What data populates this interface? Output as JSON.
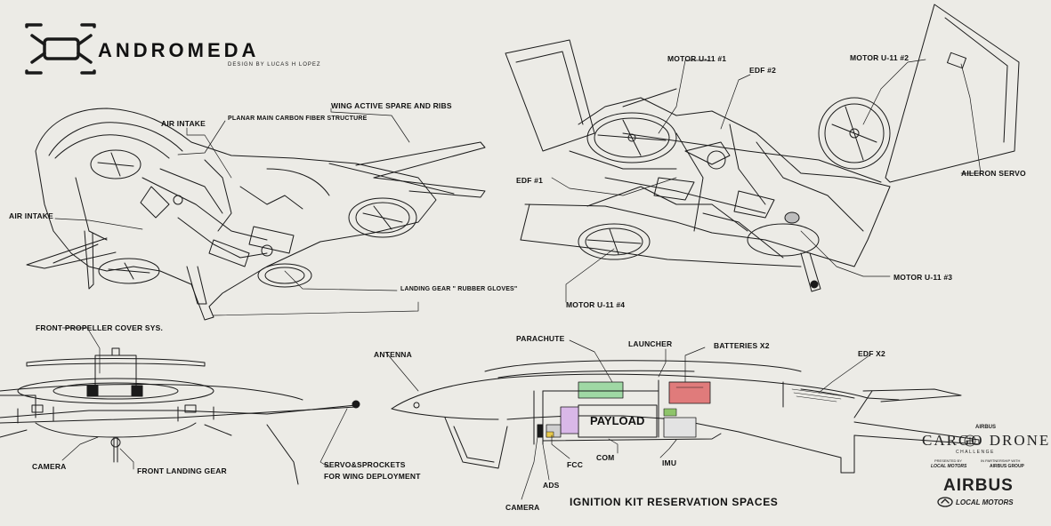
{
  "brand": {
    "name": "ANDROMEDA",
    "designer": "DESIGN BY LUCAS H LOPEZ"
  },
  "labels": {
    "air_intake_top": "AIR INTAKE",
    "planar_structure": "PLANAR MAIN CARBON FIBER STRUCTURE",
    "wing_spare": "WING ACTIVE SPARE AND RIBS",
    "air_intake_left": "AIR INTAKE",
    "landing_gear_gloves": "LANDING GEAR \" RUBBER GLOVES\"",
    "motor_1": "MOTOR U-11 #1",
    "edf_2": "EDF #2",
    "motor_2": "MOTOR U-11 #2",
    "aileron_servo": "AILERON SERVO",
    "edf_1": "EDF #1",
    "motor_3": "MOTOR U-11 #3",
    "motor_4": "MOTOR U-11 #4",
    "front_prop_cover": "FRONT PROPELLER COVER SYS.",
    "camera_front": "CAMERA",
    "front_landing_gear": "FRONT LANDING GEAR",
    "servo_sprockets_1": "SERVO&SPROCKETS",
    "servo_sprockets_2": "FOR WING DEPLOYMENT",
    "antenna": "ANTENNA",
    "parachute": "PARACHUTE",
    "launcher": "LAUNCHER",
    "batteries": "BATTERIES X2",
    "edf_x2": "EDF X2",
    "payload": "PAYLOAD",
    "com": "COM",
    "imu": "IMU",
    "fcc": "FCC",
    "ads": "ADS",
    "camera_side": "CAMERA",
    "ignition": "IGNITION KIT RESERVATION SPACES"
  },
  "challenge": {
    "airbus_small": "AIRBUS",
    "title": "CARGO DRONE",
    "subtitle": "CHALLENGE",
    "presented_by": "PRESENTED BY",
    "local_motors_small": "LOCAL MOTORS",
    "partnership": "IN PARTNERSHIP WITH",
    "airbus_group": "AIRBUS GROUP",
    "airbus_big": "AIRBUS",
    "local_motors_big": "LOCAL MOTORS"
  },
  "colors": {
    "ink": "#1a1a1a",
    "paper": "#ecebe6",
    "parachute": "#9fd8a4",
    "batteries": "#e07b7b",
    "com": "#d9b8e8",
    "fcc": "#cfcfcf",
    "imu": "#e3e3e3",
    "ads_green": "#8ec46a",
    "ads_yellow": "#e8c94a"
  }
}
